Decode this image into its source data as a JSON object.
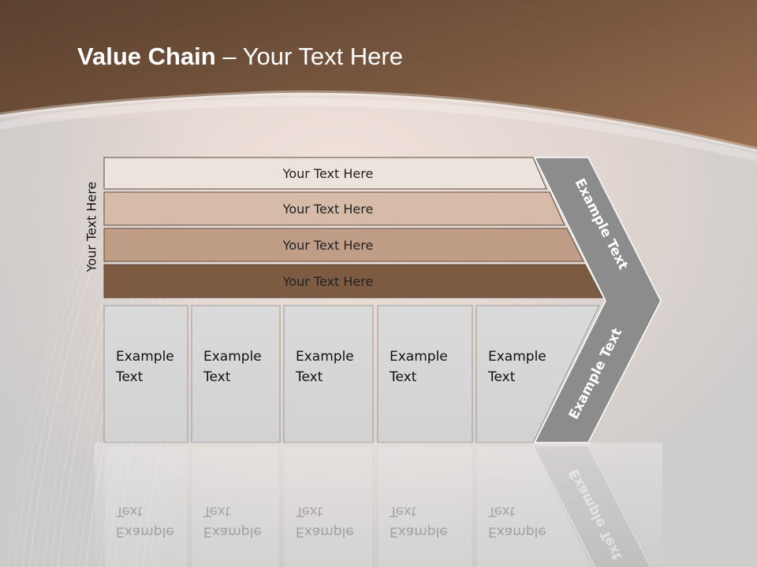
{
  "slide": {
    "title_bold": "Value Chain",
    "title_rest": " – Your Text Here",
    "side_label": "Your Text Here"
  },
  "bars": [
    {
      "label": "Your Text Here",
      "color": "#ece3dc"
    },
    {
      "label": "Your Text Here",
      "color": "#d5bba8"
    },
    {
      "label": "Your Text Here",
      "color": "#c09d86"
    },
    {
      "label": "Your Text Here",
      "color": "#7d5b42"
    }
  ],
  "columns": [
    {
      "line1": "Example",
      "line2": "Text"
    },
    {
      "line1": "Example",
      "line2": "Text"
    },
    {
      "line1": "Example",
      "line2": "Text"
    },
    {
      "line1": "Example",
      "line2": "Text"
    },
    {
      "line1": "Example",
      "line2": "Text"
    }
  ],
  "arrow": {
    "upper_label": "Example Text",
    "lower_label": "Example Text",
    "color": "#8c8c8c"
  },
  "colors": {
    "header_brown": "#7a563d",
    "panel_gray": "#d6d6d6"
  }
}
